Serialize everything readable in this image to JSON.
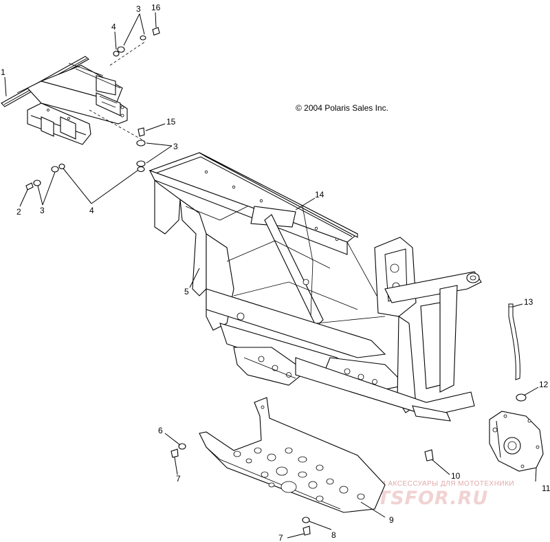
{
  "copyright": "© 2004 Polaris Sales Inc.",
  "callouts": {
    "c1": "1",
    "c2": "2",
    "c3a": "3",
    "c3b": "3",
    "c3c": "3",
    "c4a": "4",
    "c4b": "4",
    "c5": "5",
    "c6": "6",
    "c7a": "7",
    "c7b": "7",
    "c8": "8",
    "c9": "9",
    "c10": "10",
    "c11": "11",
    "c12": "12",
    "c13": "13",
    "c14": "14",
    "c15": "15",
    "c16": "16"
  },
  "watermark": {
    "line1": "ЗАПЧАСТИ И АКСЕССУАРЫ ДЛЯ МОТОТЕХНИКИ",
    "line2": "PARTSFOR.RU"
  }
}
